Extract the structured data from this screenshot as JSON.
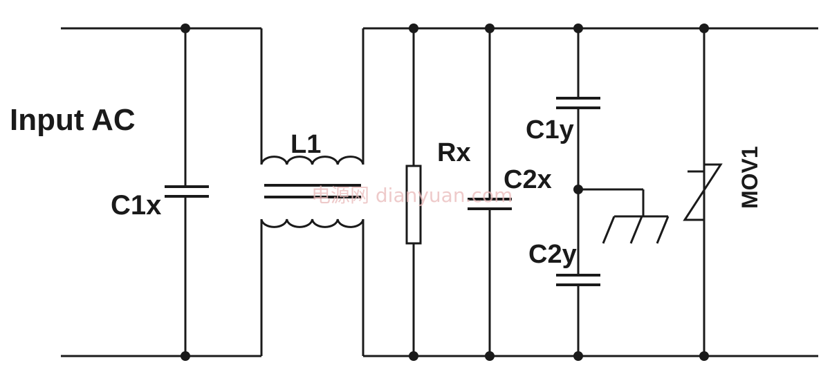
{
  "diagram": {
    "labels": {
      "input_ac": "Input AC",
      "c1x": "C1x",
      "l1": "L1",
      "rx": "Rx",
      "c2x": "C2x",
      "c1y": "C1y",
      "c2y": "C2y",
      "mov1": "MOV1"
    },
    "watermark": "电源网 dianyuan.com",
    "colors": {
      "line": "#1a1a1a",
      "background": "#ffffff",
      "watermark": "#e9b9b9"
    }
  }
}
